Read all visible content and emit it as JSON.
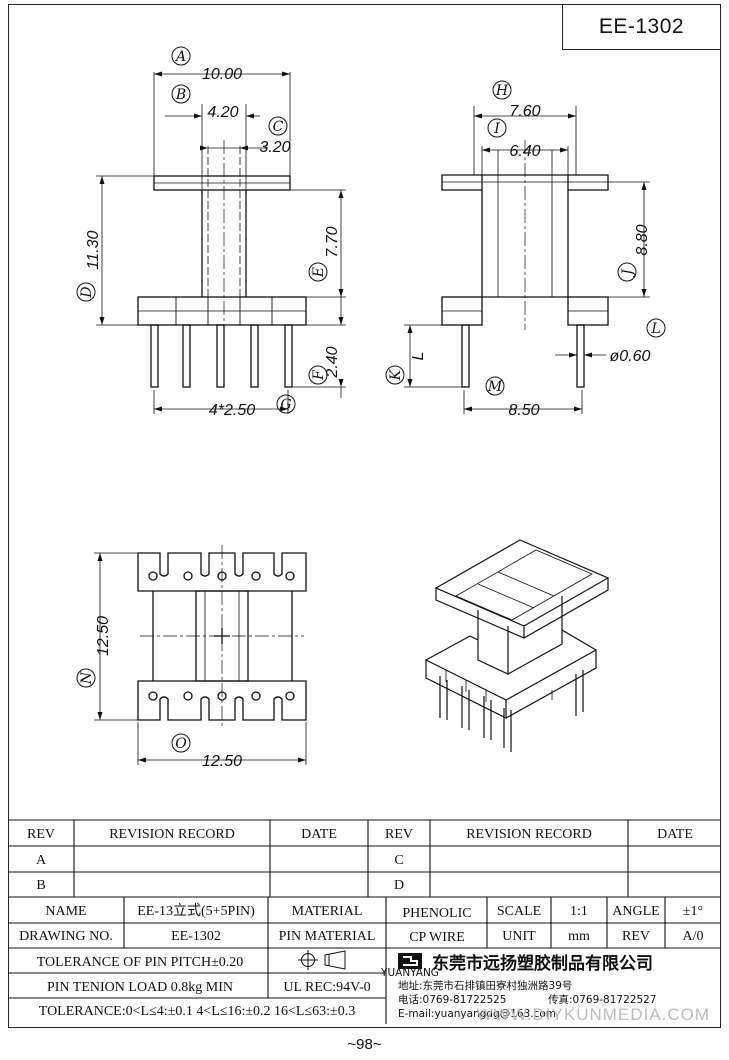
{
  "title": "EE-1302",
  "page_number": "~98~",
  "dims": {
    "A": "10.00",
    "B": "4.20",
    "C": "3.20",
    "D": "11.30",
    "E": "7.70",
    "F": "2.40",
    "G": "4*2.50",
    "H": "7.60",
    "I": "6.40",
    "J": "8.80",
    "K_L": "L",
    "L": "ø0.60",
    "M": "8.50",
    "N": "12.50",
    "O": "12.50"
  },
  "markers": [
    "A",
    "B",
    "C",
    "D",
    "E",
    "F",
    "G",
    "H",
    "I",
    "J",
    "K",
    "L",
    "M",
    "N",
    "O"
  ],
  "revision": {
    "headers": [
      "REV",
      "REVISION RECORD",
      "DATE",
      "REV",
      "REVISION RECORD",
      "DATE"
    ],
    "rows": [
      [
        "A",
        "",
        "",
        "C",
        "",
        ""
      ],
      [
        "B",
        "",
        "",
        "D",
        "",
        ""
      ]
    ]
  },
  "info": {
    "name_label": "NAME",
    "name_value": "EE-13立式(5+5PIN)",
    "material_label": "MATERIAL",
    "material_value": "PHENOLIC",
    "scale_label": "SCALE",
    "scale_value": "1:1",
    "angle_label": "ANGLE",
    "angle_value": "±1°",
    "drawing_no_label": "DRAWING NO.",
    "drawing_no_value": "EE-1302",
    "pin_material_label": "PIN MATERIAL",
    "pin_material_value": "CP WIRE",
    "unit_label": "UNIT",
    "unit_value": "mm",
    "rev_label": "REV",
    "rev_value": "A/0",
    "tol_pitch": "TOLERANCE OF PIN PITCH±0.20",
    "tension": "PIN TENION LOAD 0.8kg MIN",
    "ul": "UL REC:94V-0",
    "tolerance": "TOLERANCE:0<L≤4:±0.1  4<L≤16:±0.2  16<L≤63:±0.3"
  },
  "company": {
    "logo_text": "YUANYANG",
    "name": "东莞市远扬塑胶制品有限公司",
    "address": "地址:东莞市石排镇田寮村独洲路39号",
    "tel": "电话:0769-81722525",
    "fax": "传真:0769-81722527",
    "email": "E-mail:yuanyangdg@163.com"
  },
  "watermark": "WWW.DIYKUNMEDIA.COM"
}
